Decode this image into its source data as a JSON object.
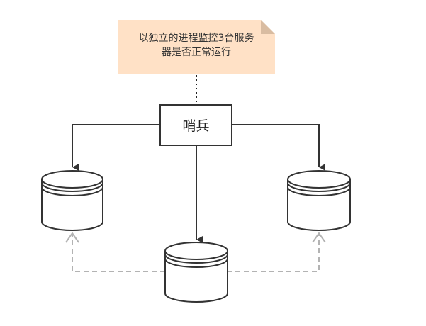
{
  "note": {
    "lines": [
      "以独立的进程监控3台服务",
      "器是否正常运行"
    ]
  },
  "sentinel": {
    "label": "哨兵"
  },
  "colors": {
    "note_fill": "#ffe1c6",
    "note_fold": "#d9bca1",
    "stroke": "#333333",
    "dashed": "#b3b3b3"
  }
}
